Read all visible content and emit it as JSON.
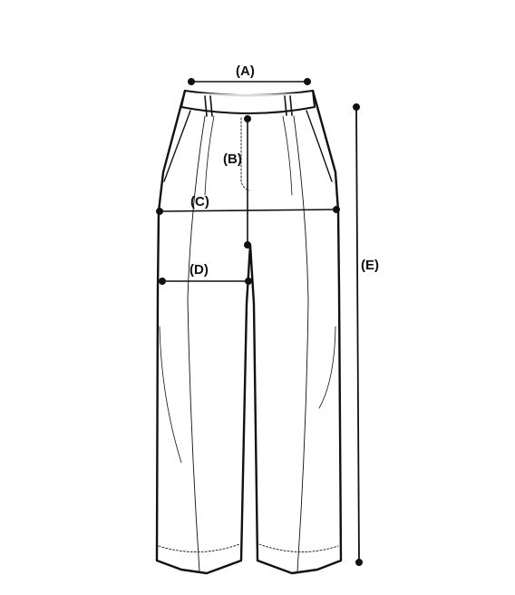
{
  "labels": {
    "a": "(A)",
    "b": "(B)",
    "c": "(C)",
    "d": "(D)",
    "e": "(E)"
  },
  "colors": {
    "outline": "#111111",
    "waistband_shade": "#d9d9d9",
    "background": "#ffffff"
  }
}
